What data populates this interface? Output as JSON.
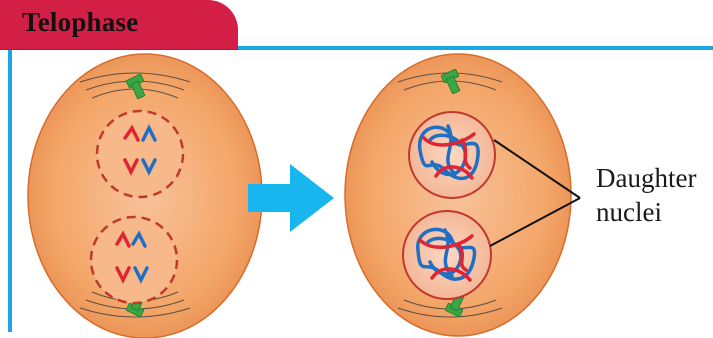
{
  "title": "Telophase",
  "label": {
    "line1": "Daughter",
    "line2": "nuclei"
  },
  "colors": {
    "title_bg": "#d31f45",
    "frame_blue": "#1ba6e8",
    "cell_fill": "#f4a76a",
    "nucleus_border": "#c0392b",
    "chromosome_red": "#e02433",
    "chromosome_blue": "#1f6fc4",
    "centriole_green": "#3aa645",
    "arrow": "#17b6ee"
  }
}
